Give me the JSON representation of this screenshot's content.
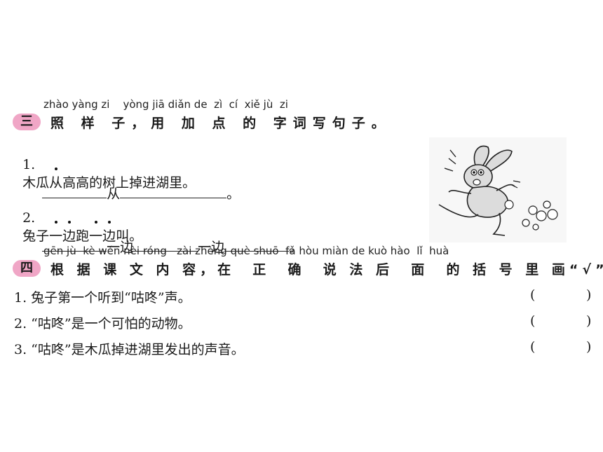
{
  "section3": {
    "pinyin": "zhào yàng zi    yòng jiā diǎn de  zì  cí  xiě jù  zi",
    "badge": "三",
    "title": "照 样 子，用 加 点 的 字词写句子。",
    "q1": {
      "num": "1.",
      "parts": [
        "木瓜",
        "从",
        "高高的树上掉进湖里。"
      ],
      "fill_word": "从",
      "end": "。"
    },
    "q2": {
      "num": "2.",
      "parts": [
        "兔子",
        "一",
        "边",
        "跑",
        "一",
        "边",
        "叫。"
      ],
      "fill_word": "一边",
      "end": "。"
    }
  },
  "section4": {
    "pinyin": "gēn jù  kè wén nèi róng   zài zhèng què shuō  fǎ hòu miàn de kuò hào  lǐ  huà",
    "badge": "四",
    "title": "根 据 课 文 内 容，在  正  确  说 法 后  面  的 括 号 里 画“√”。",
    "items": [
      {
        "text": "1. 兔子第一个听到“咕咚”声。",
        "open": "(",
        "close": ")"
      },
      {
        "text": "2. “咕咚”是一个可怕的动物。",
        "open": "(",
        "close": ")"
      },
      {
        "text": "3. “咕咚”是木瓜掉进湖里发出的声音。",
        "open": "(",
        "close": ")"
      }
    ]
  }
}
